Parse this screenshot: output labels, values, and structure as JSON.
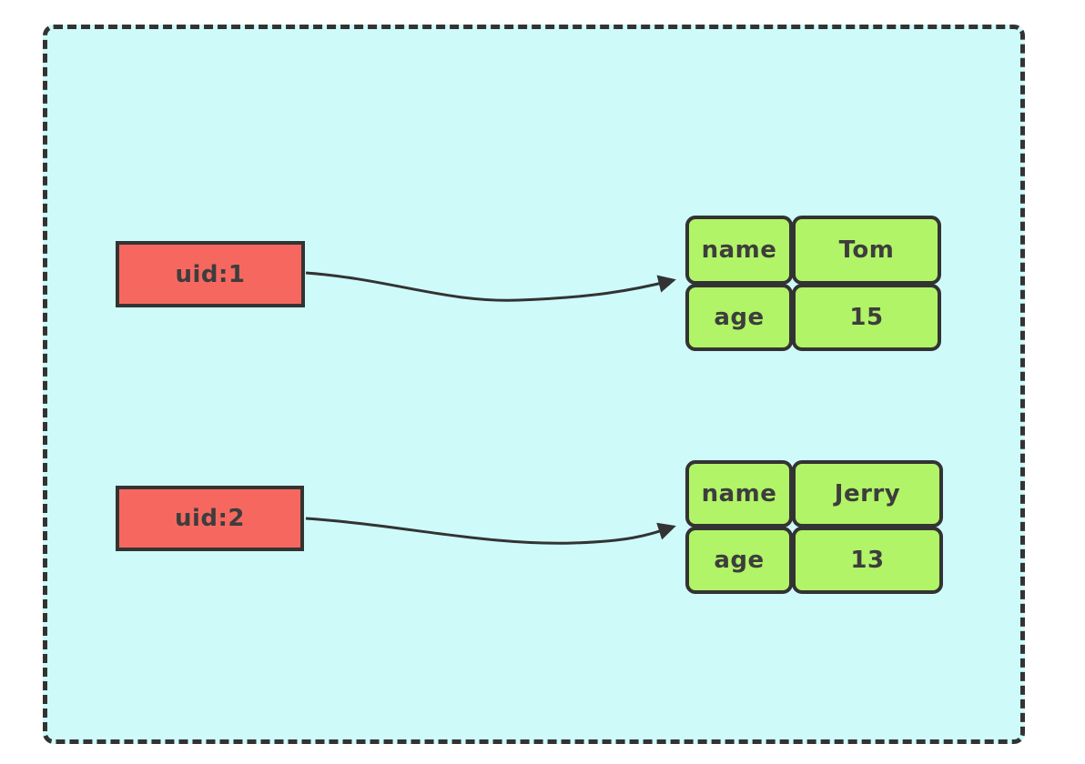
{
  "diagram": {
    "nodes": [
      {
        "id": "uid1",
        "label": "uid:1"
      },
      {
        "id": "uid2",
        "label": "uid:2"
      }
    ],
    "records": [
      {
        "id": "record1",
        "rows": [
          {
            "key": "name",
            "value": "Tom"
          },
          {
            "key": "age",
            "value": "15"
          }
        ]
      },
      {
        "id": "record2",
        "rows": [
          {
            "key": "name",
            "value": "Jerry"
          },
          {
            "key": "age",
            "value": "13"
          }
        ]
      }
    ],
    "edges": [
      {
        "from": "uid:1",
        "to": "record1"
      },
      {
        "from": "uid:2",
        "to": "record2"
      }
    ]
  },
  "colors": {
    "canvas-bg": "#ffffff",
    "container-bg": "#CFFAFA",
    "node-fill": "#F6685F",
    "record-fill": "#B1F467",
    "stroke": "#333333",
    "text": "#3D3D3D"
  }
}
